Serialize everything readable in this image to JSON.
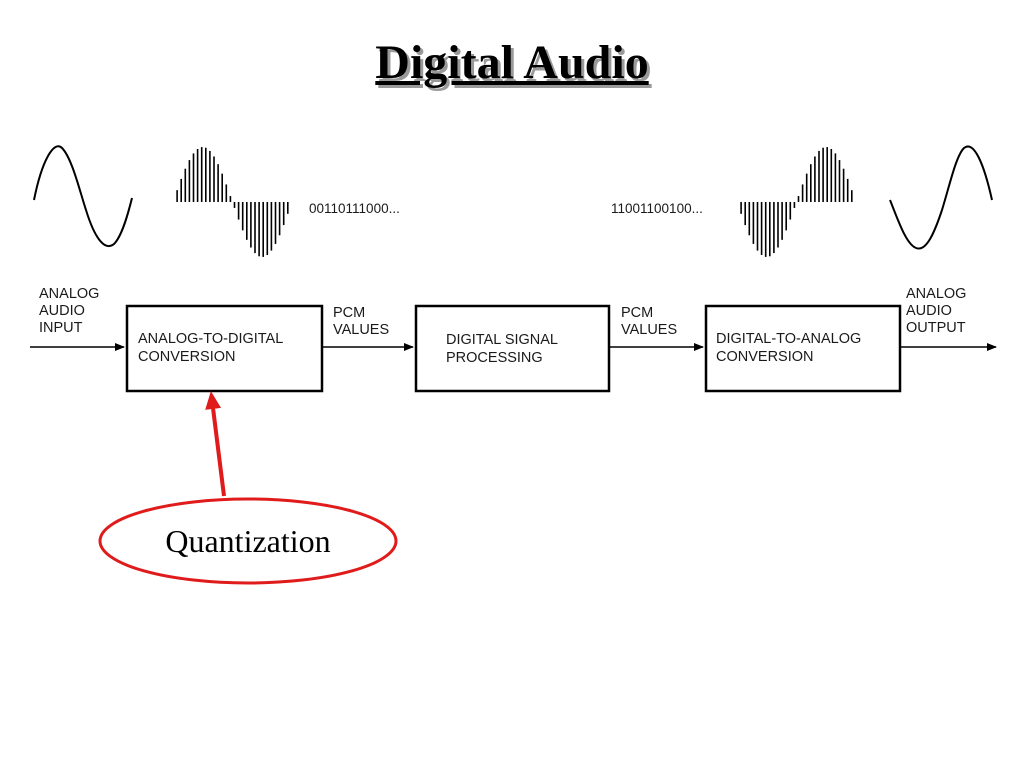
{
  "title": "Digital Audio",
  "signal_flow": {
    "input_label": [
      "ANALOG",
      "AUDIO",
      "INPUT"
    ],
    "output_label": [
      "ANALOG",
      "AUDIO",
      "OUTPUT"
    ],
    "blocks": [
      {
        "lines": [
          "ANALOG-TO-DIGITAL",
          "CONVERSION"
        ]
      },
      {
        "lines": [
          "DIGITAL SIGNAL",
          "PROCESSING"
        ]
      },
      {
        "lines": [
          "DIGITAL-TO-ANALOG",
          "CONVERSION"
        ]
      }
    ],
    "connector_labels": [
      [
        "PCM",
        "VALUES"
      ],
      [
        "PCM",
        "VALUES"
      ]
    ],
    "bitstream_in": "00110111000...",
    "bitstream_out": "11001100100..."
  },
  "callout": {
    "text": "Quantization",
    "color": "#e01b1b"
  }
}
